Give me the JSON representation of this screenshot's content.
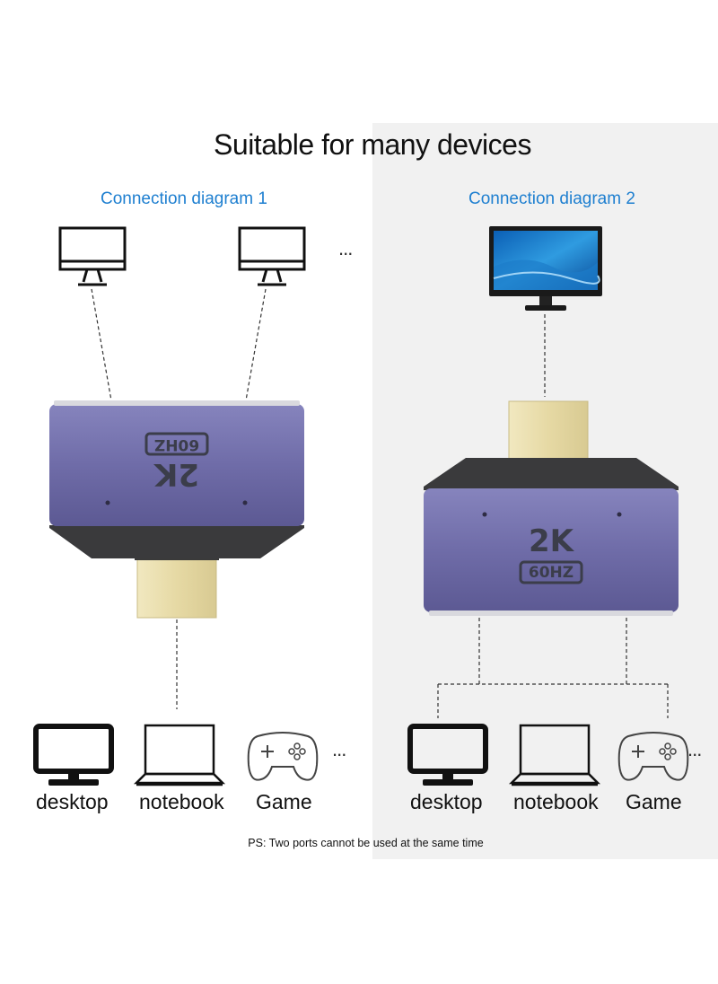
{
  "title": "Suitable for many devices",
  "diagram1": {
    "label": "Connection diagram 1"
  },
  "diagram2": {
    "label": "Connection diagram 2"
  },
  "adapter": {
    "resolution": "2K",
    "refresh": "60HZ"
  },
  "devices": {
    "desktop": "desktop",
    "notebook": "notebook",
    "game": "Game"
  },
  "ellipsis": "...",
  "note": "PS: Two ports cannot be used at the same time",
  "icons": [
    "monitor-outline-icon",
    "monitor-color-icon",
    "desktop-icon",
    "notebook-icon",
    "gamepad-icon"
  ],
  "colors": {
    "adapter_body": "#6d6aa6",
    "plug": "#e8dcaa",
    "label_blue": "#1e7fd0"
  }
}
